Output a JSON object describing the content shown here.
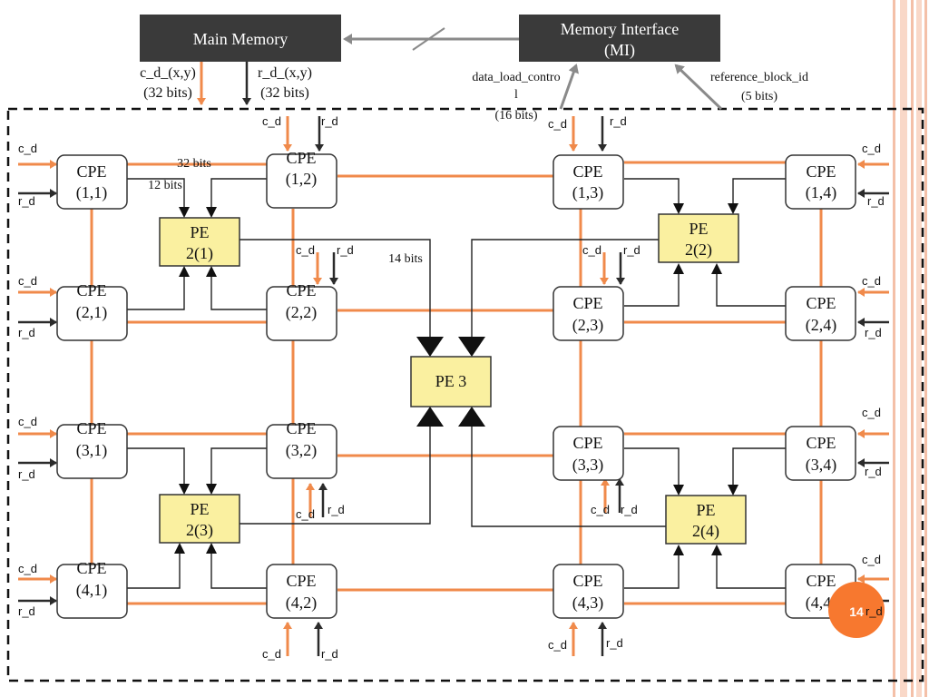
{
  "memory": {
    "main_label": "Main Memory",
    "mi_line1": "Memory Interface",
    "mi_line2": "(MI)"
  },
  "top_labels": {
    "c_d_xy": "c_d_(x,y)",
    "c_d_bits": "(32 bits)",
    "r_d_xy": "r_d_(x,y)",
    "r_d_bits": "(32 bits)",
    "data_load_l1": "data_load_contro",
    "data_load_l2": "l",
    "data_load_bits": "(16 bits)",
    "ref_block": "reference_block_id",
    "ref_bits": "(5 bits)"
  },
  "bit_labels": {
    "b32": "32 bits",
    "b12": "12 bits",
    "b14": "14 bits"
  },
  "signals": {
    "c_d": "c_d",
    "r_d": "r_d"
  },
  "cpe": {
    "c11": {
      "name": "CPE",
      "idx": "(1,1)"
    },
    "c12": {
      "name": "CPE",
      "idx": "(1,2)"
    },
    "c13": {
      "name": "CPE",
      "idx": "(1,3)"
    },
    "c14": {
      "name": "CPE",
      "idx": "(1,4)"
    },
    "c21": {
      "name": "CPE",
      "idx": "(2,1)"
    },
    "c22": {
      "name": "CPE",
      "idx": "(2,2)"
    },
    "c23": {
      "name": "CPE",
      "idx": "(2,3)"
    },
    "c24": {
      "name": "CPE",
      "idx": "(2,4)"
    },
    "c31": {
      "name": "CPE",
      "idx": "(3,1)"
    },
    "c32": {
      "name": "CPE",
      "idx": "(3,2)"
    },
    "c33": {
      "name": "CPE",
      "idx": "(3,3)"
    },
    "c34": {
      "name": "CPE",
      "idx": "(3,4)"
    },
    "c41": {
      "name": "CPE",
      "idx": "(4,1)"
    },
    "c42": {
      "name": "CPE",
      "idx": "(4,2)"
    },
    "c43": {
      "name": "CPE",
      "idx": "(4,3)"
    },
    "c44": {
      "name": "CPE",
      "idx": "(4,4)"
    }
  },
  "pe2": {
    "p1": {
      "name": "PE",
      "idx": "2(1)"
    },
    "p2": {
      "name": "PE",
      "idx": "2(2)"
    },
    "p3": {
      "name": "PE",
      "idx": "2(3)"
    },
    "p4": {
      "name": "PE",
      "idx": "2(4)"
    }
  },
  "pe3": {
    "label": "PE 3"
  },
  "slide_number": "14",
  "colors": {
    "orange_wire": "#f08a4b",
    "dark_wire": "#2b2b2b",
    "pe_fill": "#faf0a0",
    "memory_fill": "#3a3a3a",
    "slide_badge": "#f7782f",
    "border_stripe": "#f4c0a8"
  }
}
